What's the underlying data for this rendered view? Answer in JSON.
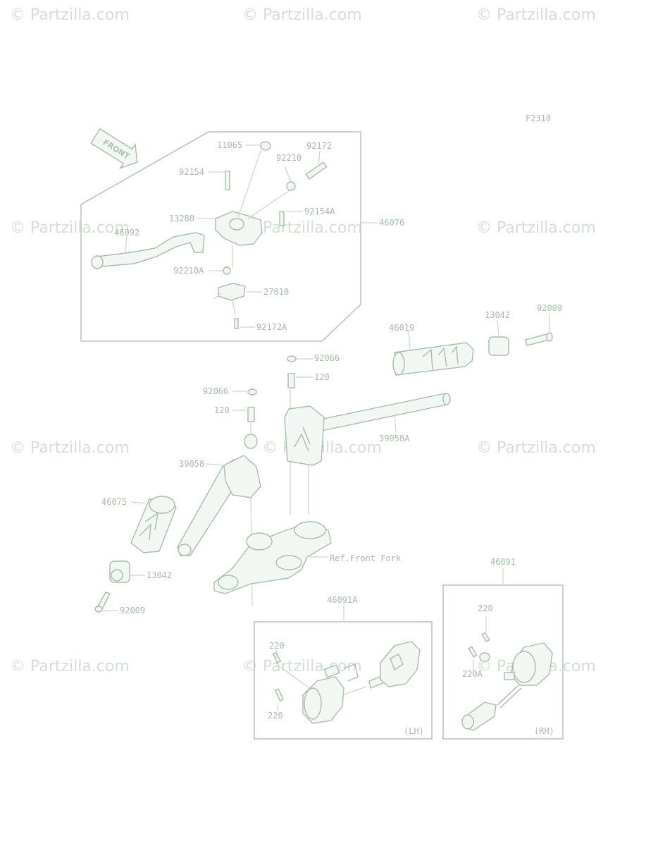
{
  "diagram": {
    "code": "F2310",
    "front_marker": "FRONT",
    "watermark": "© Partzilla.com",
    "labels": {
      "l11065": "11065",
      "l92172": "92172",
      "l92210": "92210",
      "l92154": "92154",
      "l92154A": "92154A",
      "l13280": "13280",
      "l46076": "46076",
      "l46092": "46092",
      "l92210A": "92210A",
      "l27010": "27010",
      "l92172A": "92172A",
      "l92009_top": "92009",
      "l13042_top": "13042",
      "l46019": "46019",
      "l92066_a": "92066",
      "l120_a": "120",
      "l92066_b": "92066",
      "l120_b": "120",
      "l39058A": "39058A",
      "l39058": "39058",
      "l46075": "46075",
      "l13042_bot": "13042",
      "l92009_bot": "92009",
      "ref_front_fork": "Ref.Front Fork",
      "l46091": "46091",
      "l46091A": "46091A",
      "l220_rh": "220",
      "l220A": "220A",
      "l220_lh_top": "220",
      "l220_lh_bot": "220",
      "lh": "(LH)",
      "rh": "(RH)"
    }
  }
}
